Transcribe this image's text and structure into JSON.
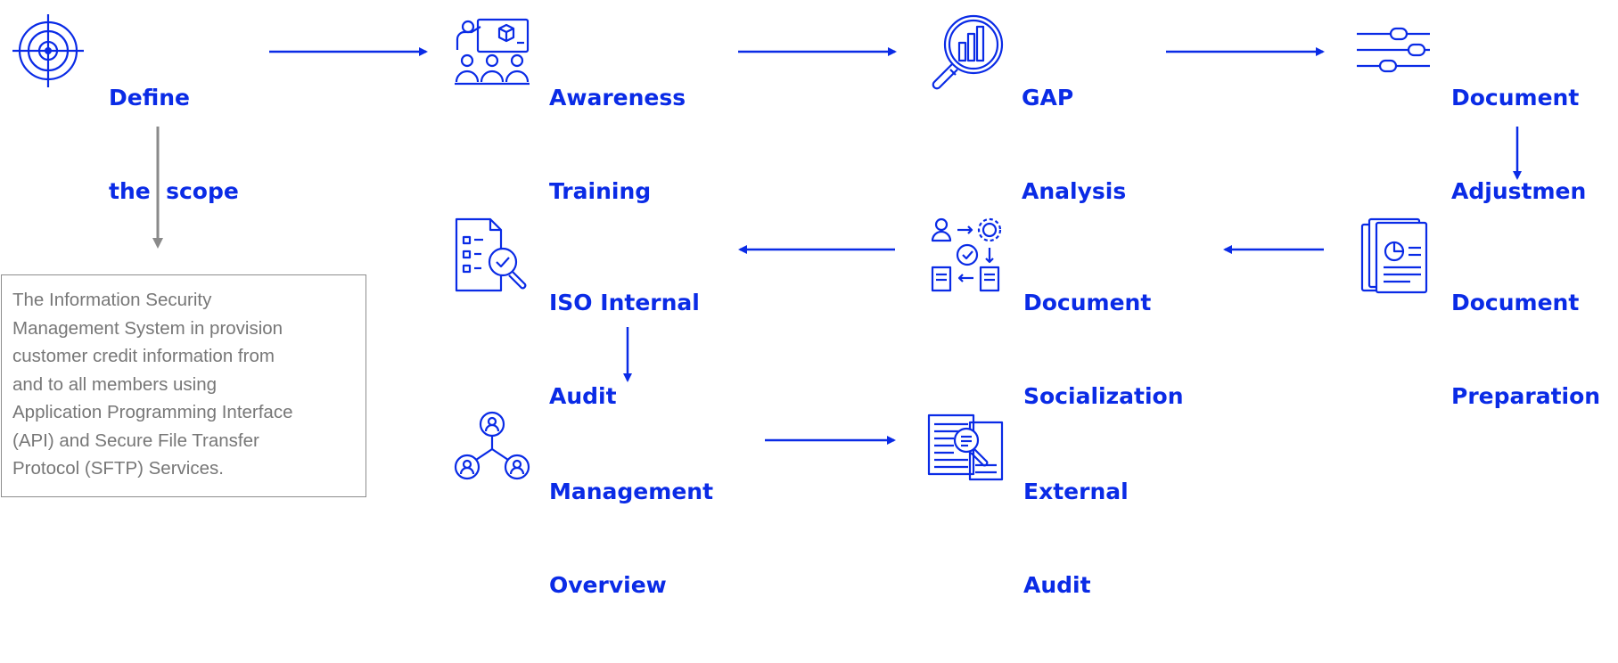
{
  "steps": {
    "define_scope": {
      "line1": "Define",
      "line2": "the  scope",
      "icon": "target-icon"
    },
    "awareness_training": {
      "line1": "Awareness",
      "line2": "Training",
      "icon": "training-icon"
    },
    "gap_analysis": {
      "line1": "GAP",
      "line2": "Analysis",
      "icon": "magnifier-chart-icon"
    },
    "document_adjustment": {
      "line1": "Document",
      "line2": "Adjustmen",
      "icon": "sliders-icon"
    },
    "document_preparation": {
      "line1": "Document",
      "line2": "Preparation",
      "icon": "report-document-icon"
    },
    "document_socialization": {
      "line1": "Document",
      "line2": "Socialization",
      "icon": "workflow-icon"
    },
    "iso_internal_audit": {
      "line1": "ISO Internal",
      "line2": "Audit",
      "icon": "checklist-search-icon"
    },
    "management_overview": {
      "line1": "Management",
      "line2": "Overview",
      "icon": "team-hierarchy-icon"
    },
    "external_audit": {
      "line1": "External",
      "line2": "Audit",
      "icon": "document-search-icon"
    }
  },
  "scope_description": {
    "lines": [
      "The Information Security",
      "Management System in  provision",
      "customer credit  information from",
      "and to all  members using",
      "Application  Programming Interface",
      "(API)  and Secure File Transfer",
      "Protocol (SFTP) Services."
    ]
  },
  "colors": {
    "accent": "#0a2be6",
    "gray_arrow": "#8a8a8a",
    "box_border": "#8d8d8d",
    "box_text": "#777777"
  }
}
